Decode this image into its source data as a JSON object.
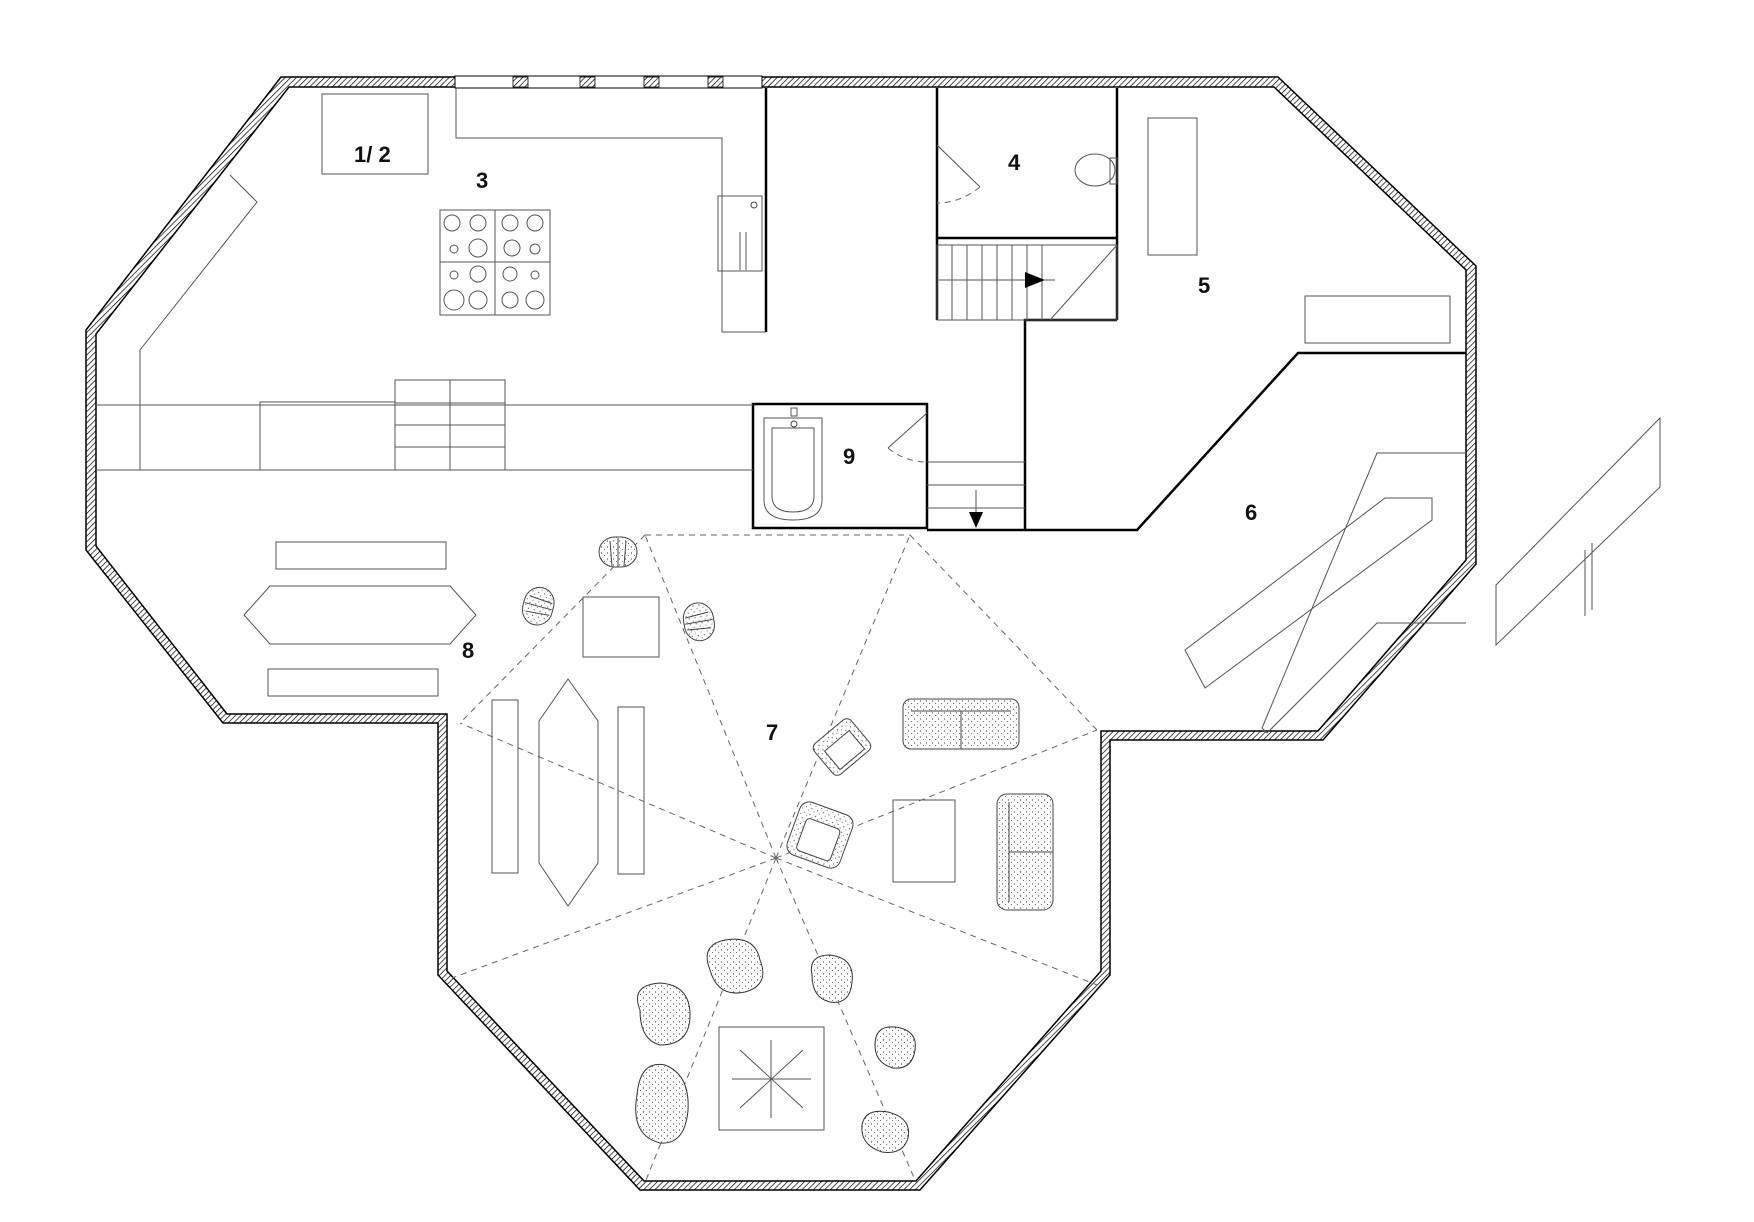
{
  "rooms": [
    {
      "id": "r12",
      "label": "1/ 2"
    },
    {
      "id": "r3",
      "label": "3"
    },
    {
      "id": "r4",
      "label": "4"
    },
    {
      "id": "r5",
      "label": "5"
    },
    {
      "id": "r6",
      "label": "6"
    },
    {
      "id": "r7",
      "label": "7"
    },
    {
      "id": "r8",
      "label": "8"
    },
    {
      "id": "r9",
      "label": "9"
    }
  ]
}
